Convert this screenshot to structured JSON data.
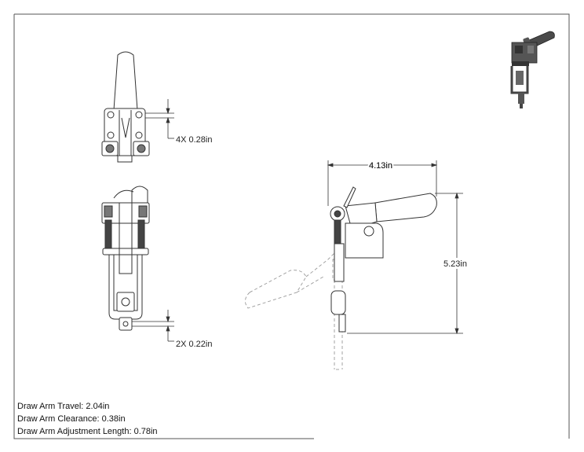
{
  "dimensions": {
    "holes_top": "4X 0.28in",
    "holes_bottom": "2X 0.22in",
    "width": "4.13in",
    "height": "5.23in"
  },
  "notes": {
    "travel": "Draw Arm Travel: 2.04in",
    "clearance": "Draw Arm Clearance: 0.38in",
    "adjustment": "Draw Arm Adjustment Length: 0.78in"
  },
  "colors": {
    "line": "#333333",
    "phantom": "#9a9a9a",
    "border": "#555555",
    "thumb_body": "#4a4a4a"
  },
  "icons": {
    "thumbnail": "clamp-3d-thumbnail-icon"
  }
}
